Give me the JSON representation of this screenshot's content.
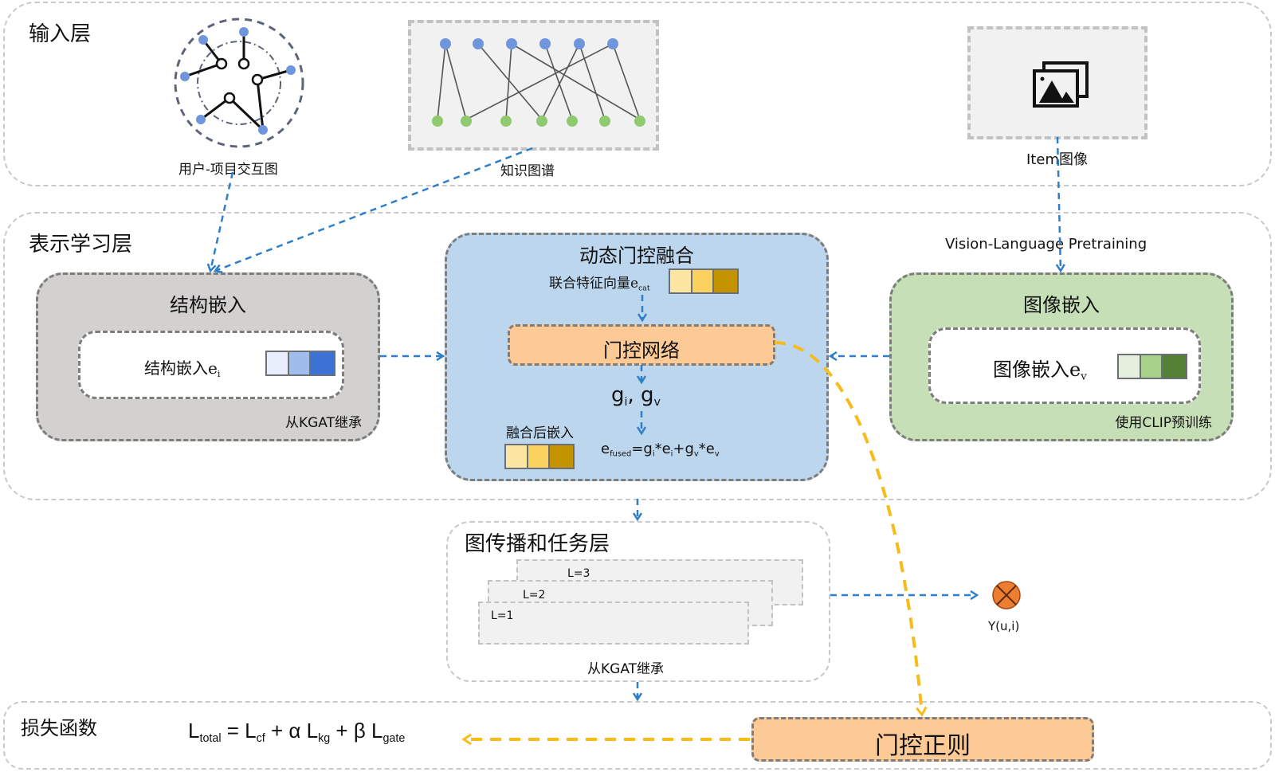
{
  "layers": {
    "input": {
      "title": "输入层"
    },
    "representation": {
      "title": "表示学习层"
    },
    "propagation": {
      "title": "图传播和任务层",
      "note": "从KGAT继承"
    },
    "loss": {
      "title": "损失函数"
    }
  },
  "inputs": {
    "interaction_graph": {
      "label": "用户-项目交互图"
    },
    "knowledge_graph": {
      "label": "知识图谱"
    },
    "item_image": {
      "label": "Item图像",
      "icon": "image-gallery-icon"
    }
  },
  "pretraining_label": "Vision-Language Pretraining",
  "structural": {
    "title": "结构嵌入",
    "inner_label": "结构嵌入e",
    "inner_sub": "i",
    "note": "从KGAT继承",
    "cell_colors": [
      "#e8eefb",
      "#9fbcec",
      "#3b72d4"
    ],
    "bg": "#d3d0d0"
  },
  "fusion": {
    "title": "动态门控融合",
    "concat_label": "联合特征向量e",
    "concat_sub": "cat",
    "gate_network": "门控网络",
    "gates": {
      "g": "g",
      "i": "i",
      "sep": ", ",
      "v": "v"
    },
    "fused_label": "融合后嵌入",
    "formula": {
      "e": "e",
      "fused": "fused",
      "eq": "=g",
      "i1": "i",
      "m1": "*e",
      "i2": "i",
      "plus": "+g",
      "v1": "v",
      "m2": "*e",
      "v2": "v"
    },
    "cell_colors": [
      "#fde5a2",
      "#fbd25e",
      "#c39300"
    ],
    "bg": "#bcd6ee"
  },
  "image_embed": {
    "title": "图像嵌入",
    "inner_label": "图像嵌入e",
    "inner_sub": "v",
    "note": "使用CLIP预训练",
    "cell_colors": [
      "#e5f0dc",
      "#a7d08a",
      "#538135"
    ],
    "bg": "#c6dfb6"
  },
  "propagation_layers": [
    "L=3",
    "L=2",
    "L=1"
  ],
  "output": {
    "label": "Y(u,i)",
    "color": "#ed7d31"
  },
  "loss": {
    "formula": {
      "L1": "L",
      "total": "total",
      "eq": " = L",
      "cf": "cf",
      "a": " + α L",
      "kg": "kg",
      "b": " + β L",
      "gate": "gate"
    },
    "gate_reg": "门控正则"
  },
  "colors": {
    "blue_arrow": "#2e7fc7",
    "yellow_arrow": "#f7bc1c",
    "orange_box": "#fdc994"
  }
}
